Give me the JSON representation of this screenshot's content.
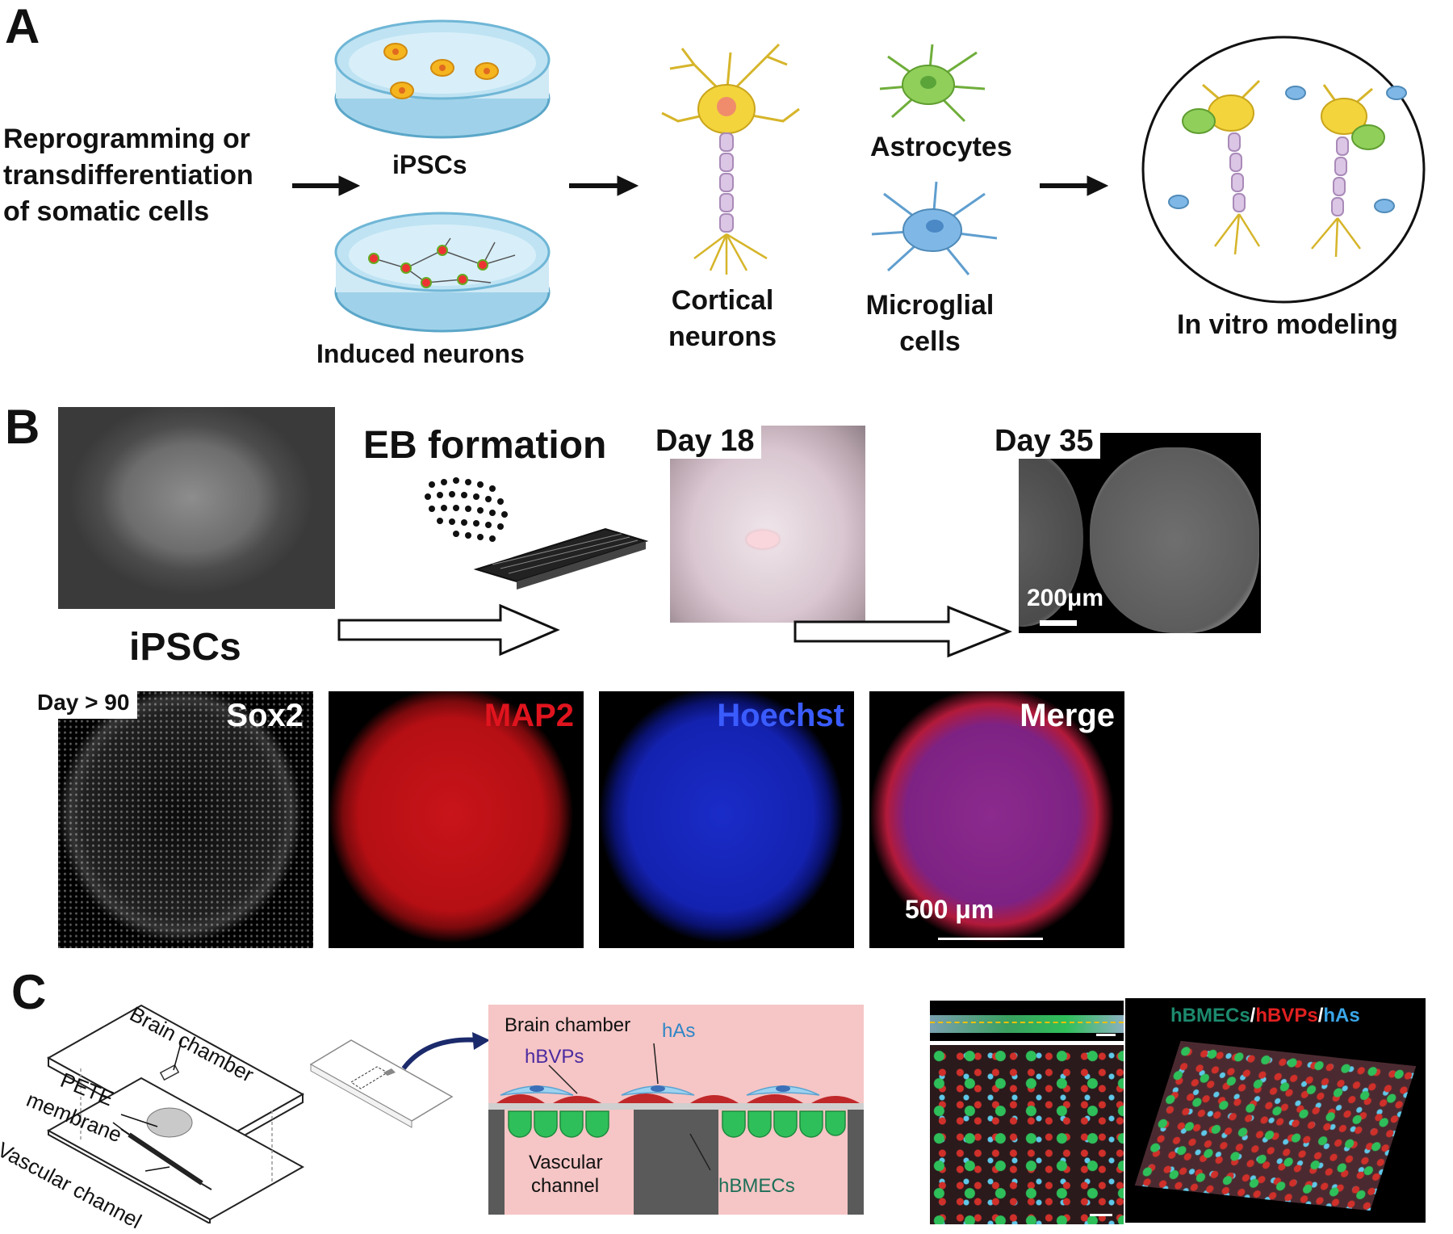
{
  "panel_a": {
    "letter": "A",
    "source_label": [
      "Reprogramming or",
      "transdifferentiation",
      "of somatic cells"
    ],
    "ipsc_label": "iPSCs",
    "induced_label": "Induced neurons",
    "cortical_label": [
      "Cortical",
      "neurons"
    ],
    "astro_label": "Astrocytes",
    "microglia_label": [
      "Microglial",
      "cells"
    ],
    "model_label": "In vitro modeling"
  },
  "panel_b": {
    "letter": "B",
    "ipsc_label": "iPSCs",
    "eb_label": "EB formation",
    "day18_label": "Day 18",
    "day35_label": "Day 35",
    "scale_200": "200μm",
    "day90_label": "Day > 90",
    "stains": [
      {
        "name": "Sox2",
        "color": "#ffffff"
      },
      {
        "name": "MAP2",
        "color": "#e0141e"
      },
      {
        "name": "Hoechst",
        "color": "#3a5cff"
      },
      {
        "name": "Merge",
        "color": "#ffffff"
      }
    ],
    "scale_500": "500 μm"
  },
  "panel_c": {
    "letter": "C",
    "brain_chamber_label": "Brain chamber",
    "pete_label": "PETE",
    "membrane_label": "membrane",
    "vascular_label": "Vascular channel",
    "schematic": {
      "brain_chamber": "Brain chamber",
      "hbvps": "hBVPs",
      "has": "hAs",
      "vascular_line1": "Vascular",
      "vascular_line2": "channel",
      "hbmecs": "hBMECs"
    },
    "legend": {
      "part1": "hBMECs",
      "sep1": "/",
      "part2": "hBVPs",
      "sep2": "/",
      "part3": "hAs"
    }
  },
  "colors": {
    "astrocyte": "#8fcf5a",
    "microglia": "#7fb8e6",
    "neuron": "#f3d43c",
    "axon": "#dcc6e6",
    "schematic_bg": "#f6c5c5",
    "hbmec": "#2fbf5a",
    "hbvp": "#c0282a",
    "has": "#6fb9e8",
    "legend_hbmec": "#1c8a6e",
    "legend_hbvp": "#e02020",
    "legend_has": "#3aa6e8"
  }
}
